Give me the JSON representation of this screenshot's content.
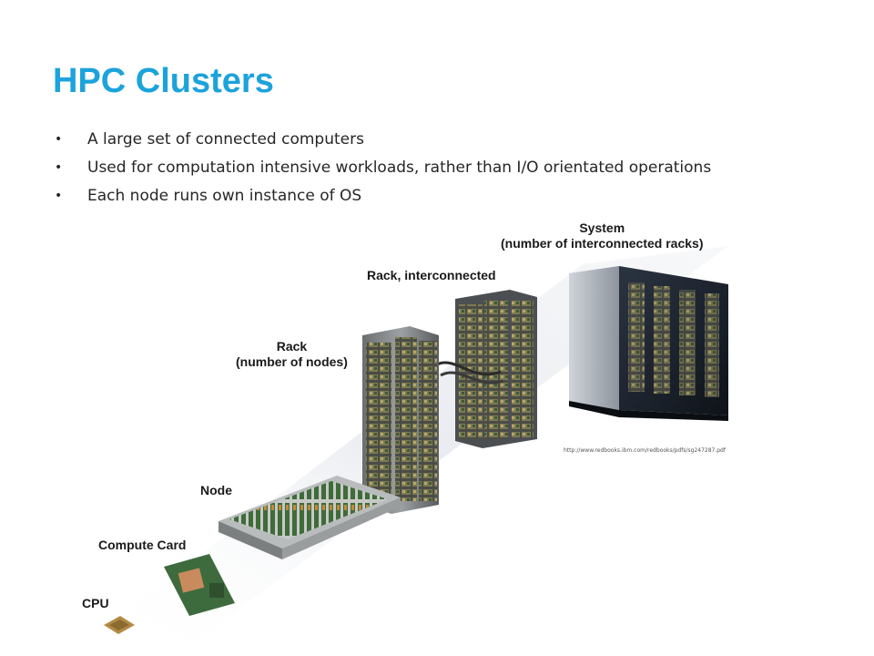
{
  "slide": {
    "title": "HPC Clusters",
    "bullets": [
      "A large set of connected computers",
      "Used for computation intensive workloads, rather than I/O orientated operations",
      "Each node runs own instance of OS"
    ]
  },
  "figure": {
    "labels": {
      "system_line1": "System",
      "system_line2": "(number of interconnected racks)",
      "rack_interconnected": "Rack, interconnected",
      "rack_line1": "Rack",
      "rack_line2": "(number of nodes)",
      "node": "Node",
      "compute_card": "Compute Card",
      "cpu": "CPU"
    },
    "source_url": "http://www.redbooks.ibm.com/redbooks/pdfs/sg247287.pdf"
  },
  "colors": {
    "title": "#1ca3dc",
    "text": "#262626"
  }
}
